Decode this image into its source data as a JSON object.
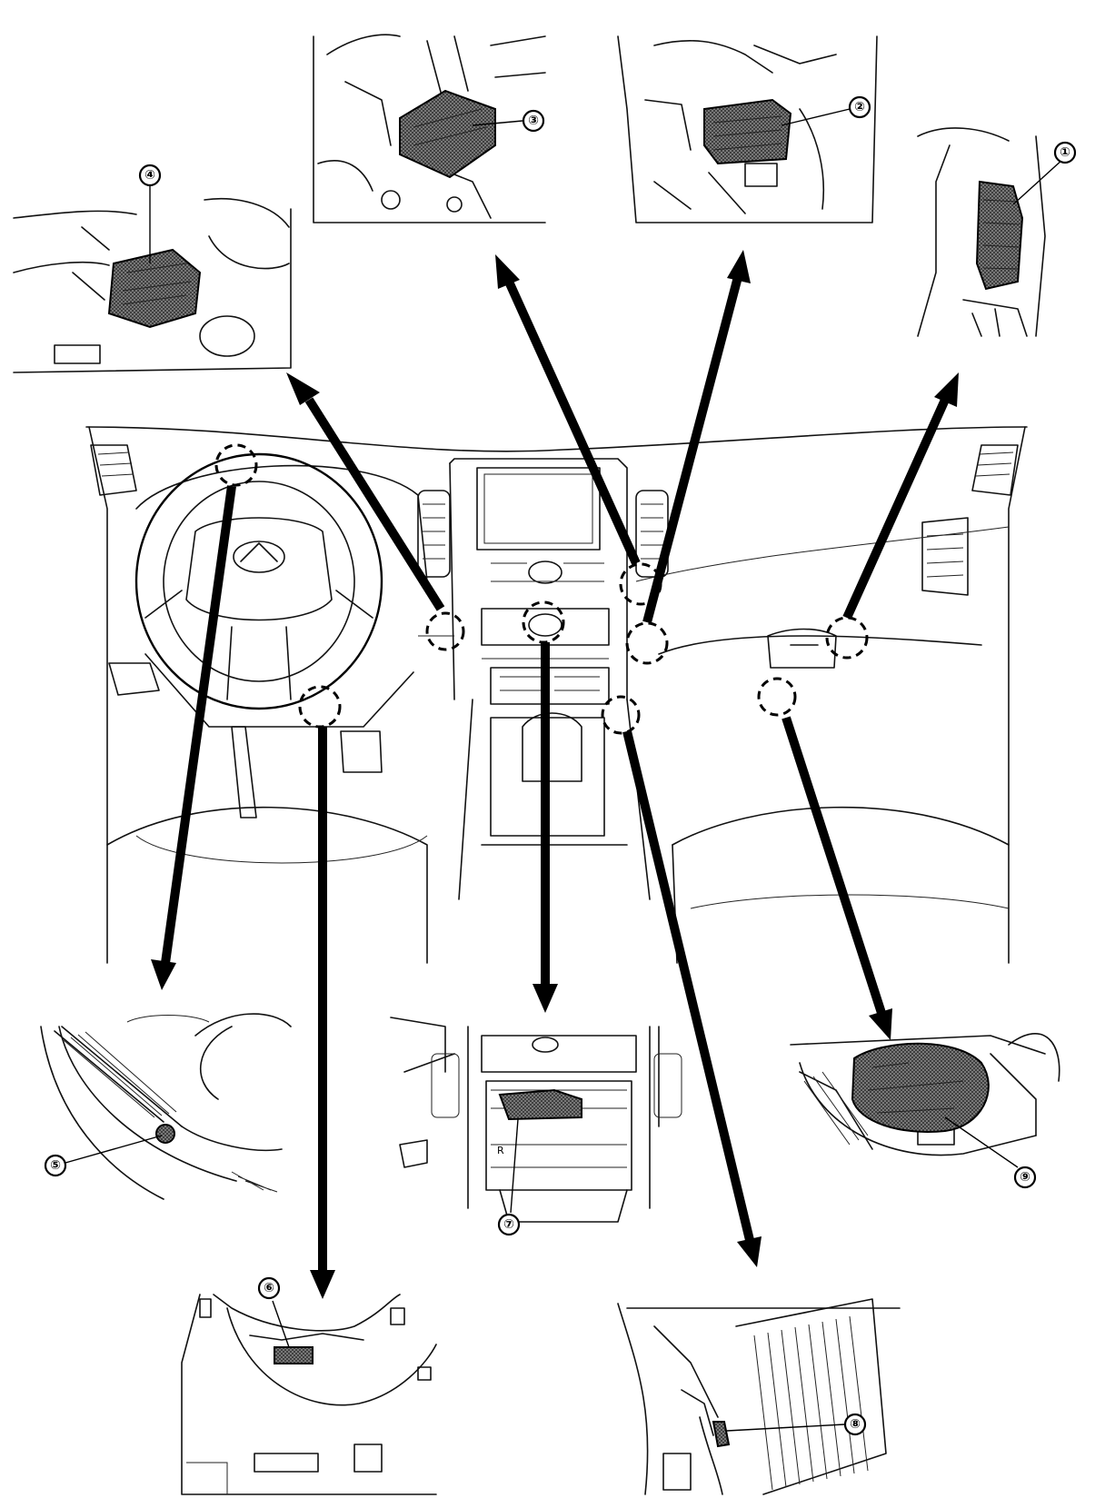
{
  "diagram": {
    "callouts": [
      {
        "id": "1",
        "label": "①"
      },
      {
        "id": "2",
        "label": "②"
      },
      {
        "id": "3",
        "label": "③"
      },
      {
        "id": "4",
        "label": "④"
      },
      {
        "id": "5",
        "label": "⑤"
      },
      {
        "id": "6",
        "label": "⑥"
      },
      {
        "id": "7",
        "label": "⑦"
      },
      {
        "id": "8",
        "label": "⑧"
      },
      {
        "id": "9",
        "label": "⑨"
      }
    ],
    "console_marking": "R"
  }
}
